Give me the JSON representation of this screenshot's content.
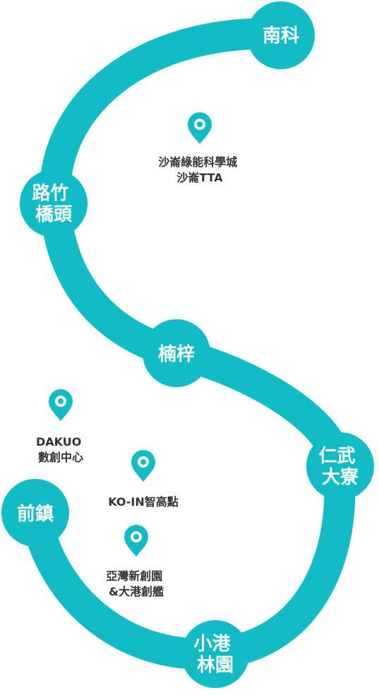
{
  "colors": {
    "route": "#12bcc4",
    "station_text": "#ffffff",
    "poi_text": "#333333"
  },
  "stations": [
    {
      "id": "nanke",
      "lines": [
        "南科"
      ]
    },
    {
      "id": "luzhu-qiaotou",
      "lines": [
        "路竹",
        "橋頭"
      ]
    },
    {
      "id": "nanzi",
      "lines": [
        "楠梓"
      ]
    },
    {
      "id": "renwu-daliao",
      "lines": [
        "仁武",
        "大寮"
      ]
    },
    {
      "id": "qianzhen",
      "lines": [
        "前鎮"
      ]
    },
    {
      "id": "xiaogang-linyuan",
      "lines": [
        "小港",
        "林園"
      ]
    }
  ],
  "pois": [
    {
      "id": "shalun",
      "icon": "location-pin-icon",
      "lines": [
        "沙崙綠能科學城",
        "沙崙TTA"
      ]
    },
    {
      "id": "dakuo",
      "icon": "location-pin-icon",
      "lines": [
        "DAKUO",
        "數創中心"
      ]
    },
    {
      "id": "koin",
      "icon": "location-pin-icon",
      "lines": [
        "KO-IN智高點"
      ]
    },
    {
      "id": "asia-new-bay",
      "icon": "location-pin-icon",
      "lines": [
        "亞灣新創園",
        "&大港創艦"
      ]
    }
  ]
}
